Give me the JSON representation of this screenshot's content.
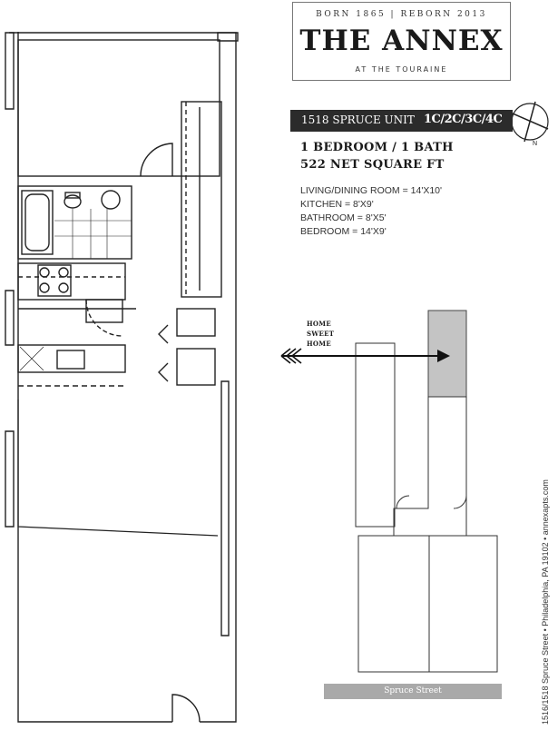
{
  "logo": {
    "tagline": "BORN 1865 | REBORN 2013",
    "name": "THE ANNEX",
    "subtitle": "AT THE TOURAINE"
  },
  "unit": {
    "name": "1518 SPRUCE UNIT",
    "codes": "1C/2C/3C/4C"
  },
  "summary": {
    "bedrooms_baths": "1 BEDROOM / 1 BATH",
    "area": "522 NET SQUARE FT"
  },
  "rooms": [
    "LIVING/DINING ROOM = 14'X10'",
    "KITCHEN = 8'X9'",
    "BATHROOM = 8'X5'",
    "BEDROOM = 14'X9'"
  ],
  "compass": {
    "north_label": "N"
  },
  "site_plan": {
    "arrow_label": [
      "HOME",
      "SWEET",
      "HOME"
    ],
    "street_label": "Spruce Street"
  },
  "footer": {
    "address": "1516/1518 Spruce Street • Philadelphia, PA 19102 • annexapts.com"
  },
  "colors": {
    "highlight_unit": "#c4c4c4",
    "unit_bar": "#2b2b2b",
    "street_bar": "#a9a9a9"
  }
}
